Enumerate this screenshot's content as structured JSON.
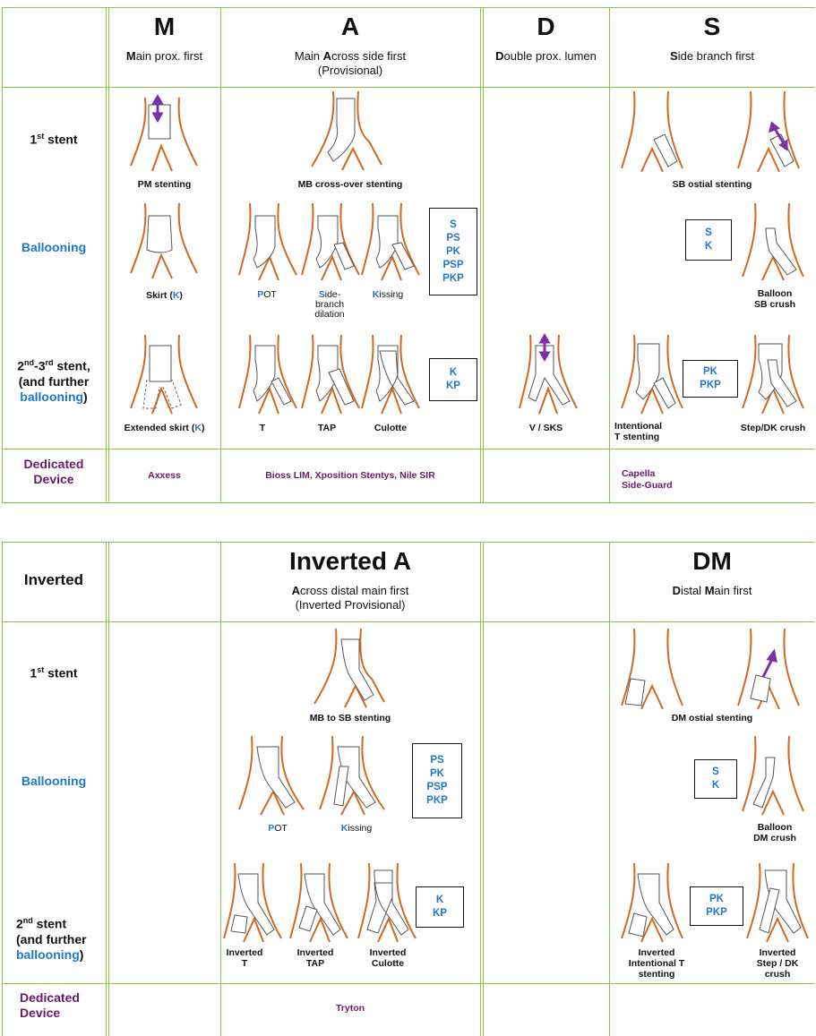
{
  "top": {
    "cols": [
      {
        "letter": "M",
        "sub1_bold": "M",
        "sub1_rest": "ain prox. first",
        "sub2": ""
      },
      {
        "letter": "A",
        "sub1_pre": "Main ",
        "sub1_bold": "A",
        "sub1_rest": "cross side first",
        "sub2": "(Provisional)"
      },
      {
        "letter": "D",
        "sub1_bold": "D",
        "sub1_rest": "ouble prox. lumen",
        "sub2": ""
      },
      {
        "letter": "S",
        "sub1_bold": "S",
        "sub1_rest": "ide branch first",
        "sub2": ""
      }
    ],
    "rows": {
      "first_stent": {
        "pre": "1",
        "sup": "st",
        "post": " stent"
      },
      "ballooning": "Ballooning",
      "second": {
        "l1_pre": "2",
        "l1_sup1": "nd",
        "l1_mid": "-3",
        "l1_sup2": "rd",
        "l1_post": " stent,",
        "l2": "(and further",
        "l3": "ballooning",
        "l3_post": ")"
      },
      "dedicated": {
        "l1": "Dedicated",
        "l2": "Device"
      }
    },
    "captions": {
      "pm": "PM  stenting",
      "mb_cross": "MB cross-over stenting",
      "sb_ostial": "SB ostial stenting",
      "skirt_pre": "Skirt (",
      "skirt_k": "K",
      "skirt_post": ")",
      "pot_p": "P",
      "pot_rest": "OT",
      "side_s": "S",
      "side_rest1": "ide-",
      "side_rest2": "branch",
      "side_rest3": "dilation",
      "kiss_k": "K",
      "kiss_rest": "issing",
      "balloon_sb1": "Balloon",
      "balloon_sb2": "SB crush",
      "ext_pre": "Extended  skirt (",
      "ext_k": "K",
      "ext_post": ")",
      "t": "T",
      "tap": "TAP",
      "culotte": "Culotte",
      "vsks": "V / SKS",
      "int_t1": "Intentional",
      "int_t2": "T stenting",
      "step_dk": "Step/DK crush"
    },
    "boxes": {
      "a_balloon": [
        "S",
        "PS",
        "PK",
        "PSP",
        "PKP"
      ],
      "s_balloon": [
        "S",
        "K"
      ],
      "a_second": [
        "K",
        "KP"
      ],
      "s_second": [
        "PK",
        "PKP"
      ]
    },
    "devices": {
      "m": "Axxess",
      "a": "Bioss LIM, Xposition Stentys, Nile SIR",
      "s1": "Capella",
      "s2": "Side-Guard"
    }
  },
  "bottom": {
    "corner": "Inverted",
    "cols": [
      {
        "letter": "Inverted A",
        "sub1_bold": "A",
        "sub1_rest": "cross distal main first",
        "sub2": "(Inverted Provisional)"
      },
      {
        "letter": "DM",
        "sub1_bold": "D",
        "sub1_mid": "istal ",
        "sub1_bold2": "M",
        "sub1_rest": "ain first"
      }
    ],
    "rows": {
      "first_stent": {
        "pre": "1",
        "sup": "st",
        "post": " stent"
      },
      "ballooning": "Ballooning",
      "second": {
        "l1_pre": "2",
        "l1_sup": "nd",
        "l1_post": " stent",
        "l2": "(and further",
        "l3": "ballooning",
        "l3_post": ")"
      },
      "dedicated": {
        "l1": "Dedicated",
        "l2": "Device"
      }
    },
    "captions": {
      "mb_to_sb": "MB to SB  stenting",
      "dm_ostial": "DM ostial stenting",
      "pot_p": "P",
      "pot_rest": "OT",
      "kiss_k": "K",
      "kiss_rest": "issing",
      "balloon_dm1": "Balloon",
      "balloon_dm2": "DM crush",
      "inv_t1": "Inverted",
      "inv_t2": "T",
      "inv_tap1": "Inverted",
      "inv_tap2": "TAP",
      "inv_cul1": "Inverted",
      "inv_cul2": "Culotte",
      "inv_int1": "Inverted",
      "inv_int2": "Intentional T",
      "inv_int3": "stenting",
      "inv_step1": "Inverted",
      "inv_step2": "Step / DK",
      "inv_step3": "crush"
    },
    "boxes": {
      "a_balloon": [
        "PS",
        "PK",
        "PSP",
        "PKP"
      ],
      "dm_balloon": [
        "S",
        "K"
      ],
      "a_second": [
        "K",
        "KP"
      ],
      "dm_second": [
        "PK",
        "PKP"
      ]
    },
    "devices": {
      "a": "Tryton"
    }
  },
  "colors": {
    "grid": "#8bc34a",
    "vessel": "#d2691e",
    "accent_blue": "#1f78c8",
    "accent_purple": "#6b1a6b",
    "arrow": "#7b2fa8"
  }
}
